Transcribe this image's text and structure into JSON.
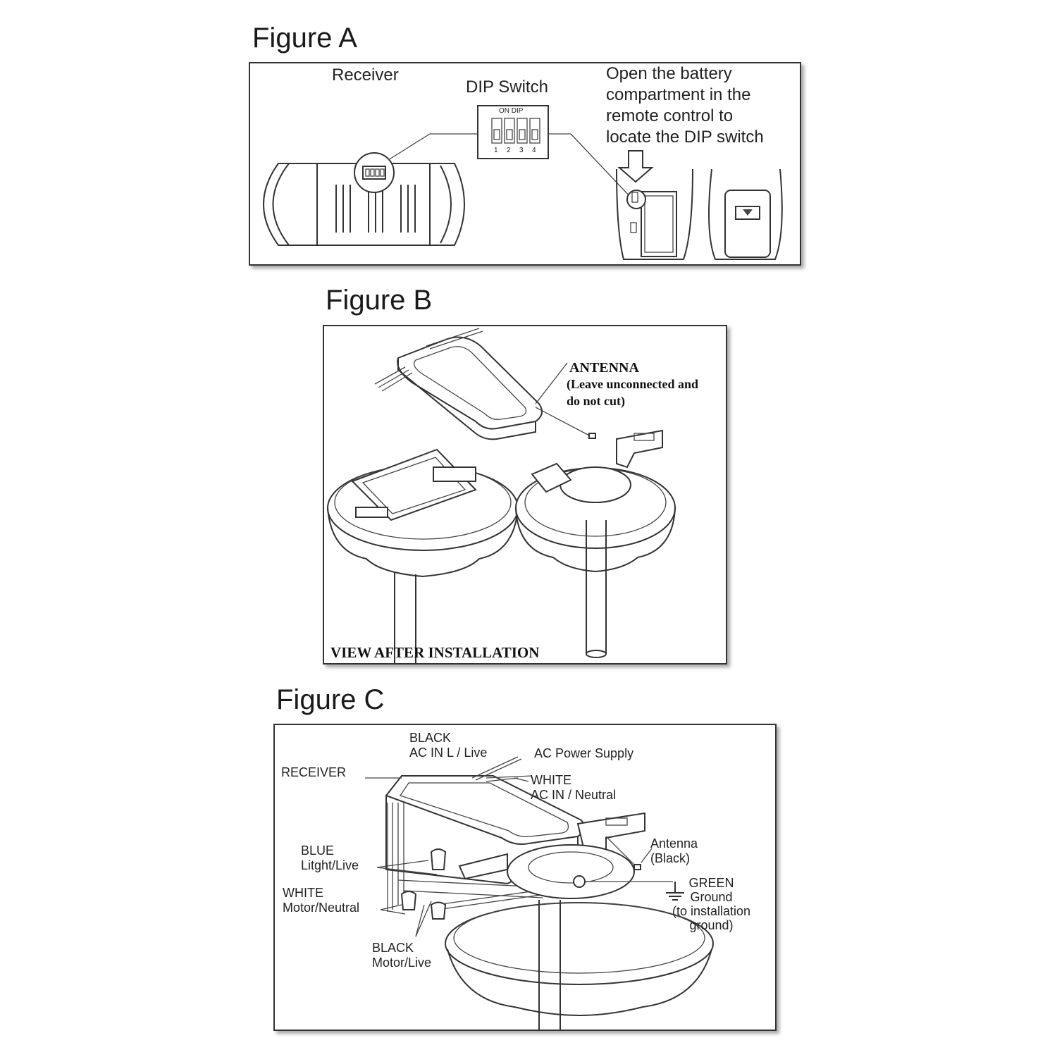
{
  "figure_a": {
    "title": "Figure A",
    "receiver_label": "Receiver",
    "dip_switch_label": "DIP Switch",
    "dip_header": "ON DIP",
    "dip_numbers": [
      "1",
      "2",
      "3",
      "4"
    ],
    "instruction_lines": [
      "Open the battery",
      "compartment in the",
      "remote control to",
      "locate the DIP switch"
    ]
  },
  "figure_b": {
    "title": "Figure B",
    "antenna_label": "ANTENNA",
    "antenna_note_lines": [
      "(Leave unconnected and",
      "do not cut)"
    ],
    "caption": "VIEW AFTER INSTALLATION"
  },
  "figure_c": {
    "title": "Figure C",
    "black_live": [
      "BLACK",
      "AC IN L / Live"
    ],
    "ac_power": "AC Power Supply",
    "receiver": "RECEIVER",
    "white_neutral": [
      "WHITE",
      "AC IN / Neutral"
    ],
    "antenna": [
      "Antenna",
      "(Black)"
    ],
    "blue_light": [
      "BLUE",
      "Litght/Live"
    ],
    "green_ground": [
      "GREEN",
      "Ground",
      "(to installation",
      "ground)"
    ],
    "white_motor": [
      "WHITE",
      "Motor/Neutral"
    ],
    "black_motor": [
      "BLACK",
      "Motor/Live"
    ]
  }
}
